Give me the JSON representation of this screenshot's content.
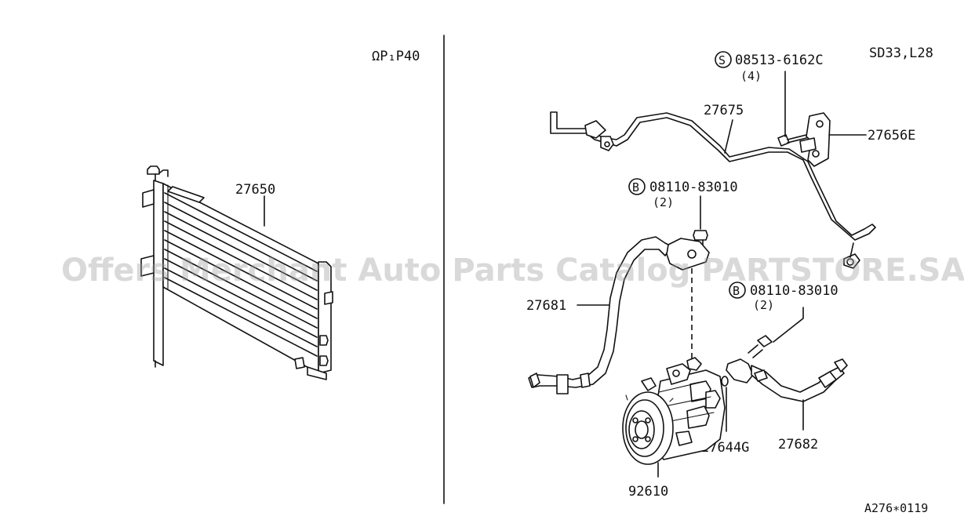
{
  "diagram": {
    "header_left": "ΩP₁P40",
    "header_right": "SD33,L28",
    "watermark": "Offers Merchant Auto Parts Catalog PARTSTORE.SA",
    "footer_code": "A276∗0119",
    "parts": {
      "condenser": "27650",
      "pipe_high": "27675",
      "bracket": "27656E",
      "hose_flexible": "27681",
      "hose_suction": "27682",
      "o_ring": "27644G",
      "compressor": "92610"
    },
    "fasteners": {
      "screw": {
        "symbol": "S",
        "code": "08513-6162C",
        "qty": "(4)"
      },
      "bolt_a": {
        "symbol": "B",
        "code": "08110-83010",
        "qty": "(2)"
      },
      "bolt_b": {
        "symbol": "B",
        "code": "08110-83010",
        "qty": "(2)"
      }
    }
  }
}
